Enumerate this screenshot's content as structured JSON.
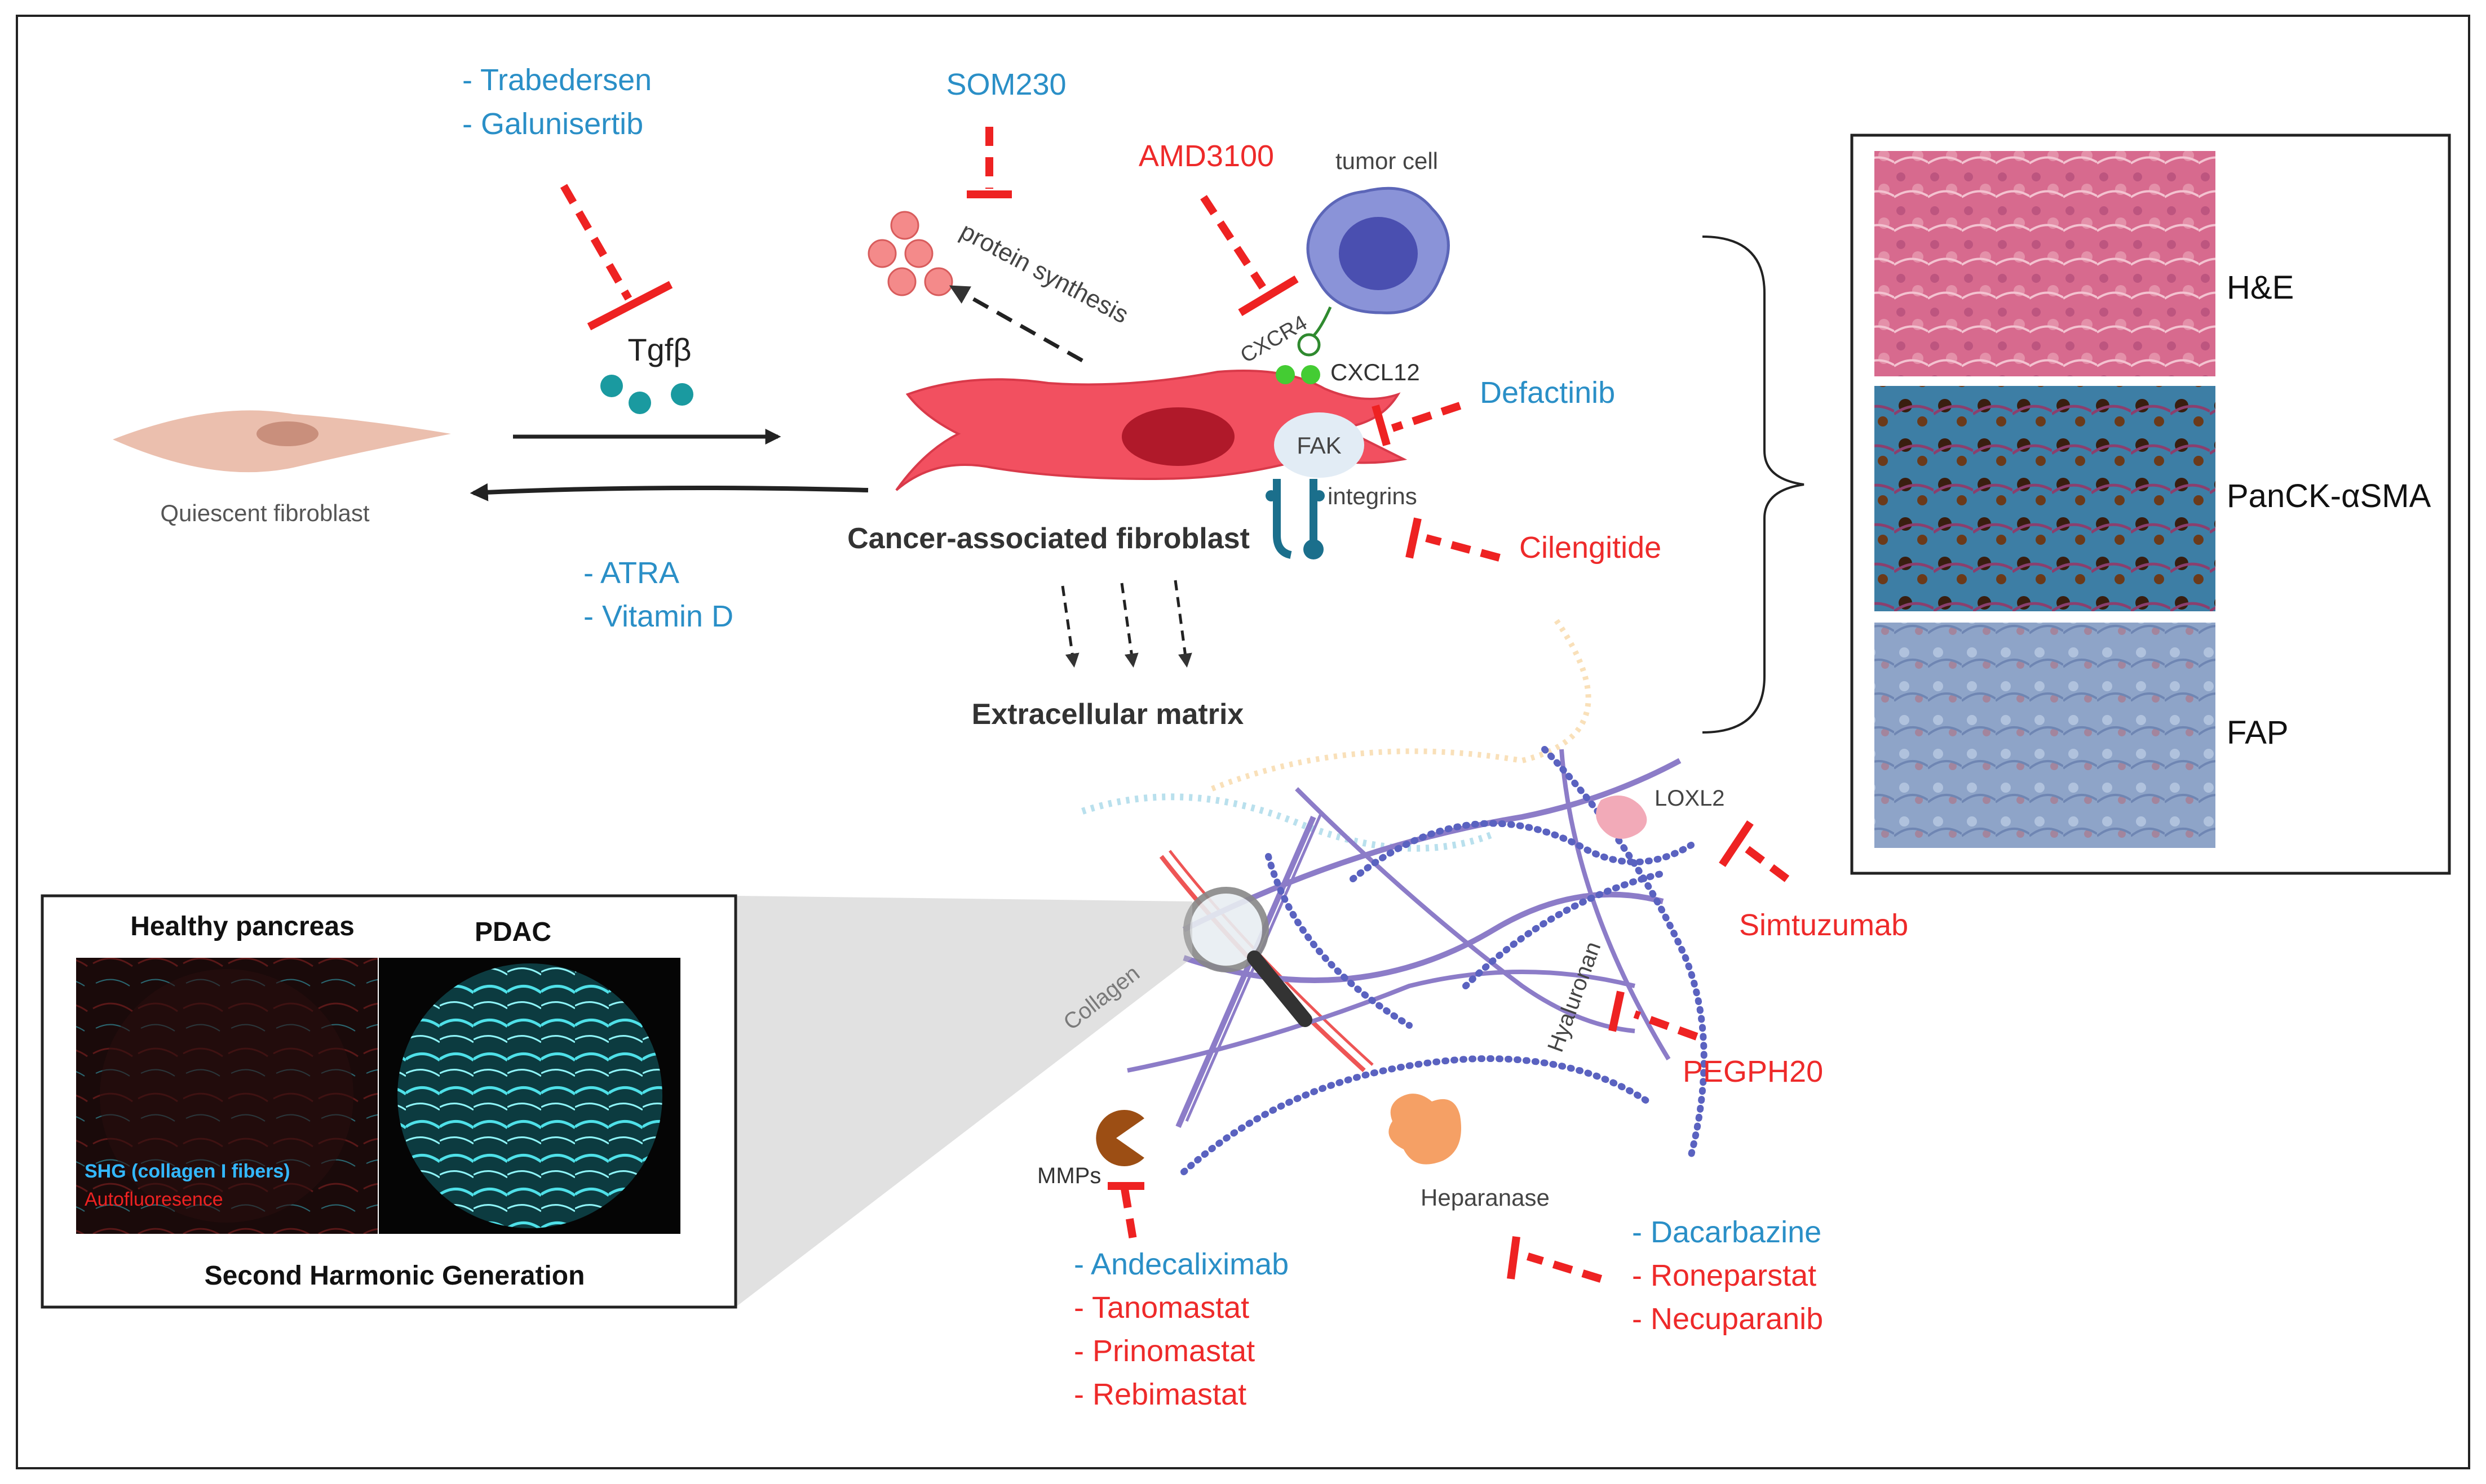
{
  "colors": {
    "blue_drug": "#2a8fc7",
    "red_drug": "#ee2a2a",
    "inhibitor_line": "#ee2222",
    "caf_red": "#f25060",
    "tgfb_teal": "#1a9aa0",
    "cxcl12_green": "#44cc33"
  },
  "cells": {
    "quiescent": "Quiescent fibroblast",
    "caf": "Cancer-associated  fibroblast",
    "tumor": "tumor cell",
    "ecm": "Extracellular matrix"
  },
  "molecules": {
    "tgfb": "Tgfβ",
    "protein_synthesis": "protein synthesis",
    "cxcr4": "CXCR4",
    "cxcl12": "CXCL12",
    "fak": "FAK",
    "integrins": "integrins",
    "loxl2": "LOXL2",
    "hyaluronan": "Hyaluronan",
    "collagen": "Collagen",
    "mmps": "MMPs",
    "heparanase": "Heparanase"
  },
  "drugs": {
    "tgfb_inhibitors": [
      {
        "text": "- Trabedersen",
        "color": "blue"
      },
      {
        "text": "- Galunisertib",
        "color": "blue"
      }
    ],
    "som": {
      "text": "SOM230",
      "color": "blue"
    },
    "amd": {
      "text": "AMD3100",
      "color": "red"
    },
    "defactinib": {
      "text": "Defactinib",
      "color": "blue"
    },
    "cilengitide": {
      "text": "Cilengitide",
      "color": "red"
    },
    "reverters": [
      {
        "text": "- ATRA",
        "color": "blue"
      },
      {
        "text": "- Vitamin D",
        "color": "blue"
      }
    ],
    "simtuzumab": {
      "text": "Simtuzumab",
      "color": "red"
    },
    "pegph20": {
      "text": "PEGPH20",
      "color": "red"
    },
    "mmp_inhibitors": [
      {
        "text": "- Andecaliximab",
        "color": "blue"
      },
      {
        "text": "- Tanomastat",
        "color": "red"
      },
      {
        "text": "- Prinomastat",
        "color": "red"
      },
      {
        "text": "- Rebimastat",
        "color": "red"
      }
    ],
    "heparanase_inhibitors": [
      {
        "text": "- Dacarbazine",
        "color": "blue"
      },
      {
        "text": "- Roneparstat",
        "color": "red"
      },
      {
        "text": "- Necuparanib",
        "color": "red"
      }
    ]
  },
  "shg_inset": {
    "healthy": "Healthy pancreas",
    "pdac": "PDAC",
    "legend_shg": "SHG (collagen I fibers)",
    "legend_auto": "Autofluoresence",
    "caption": "Second Harmonic Generation"
  },
  "stains": {
    "he": "H&E",
    "panck": "PanCK-αSMA",
    "fap": "FAP"
  }
}
